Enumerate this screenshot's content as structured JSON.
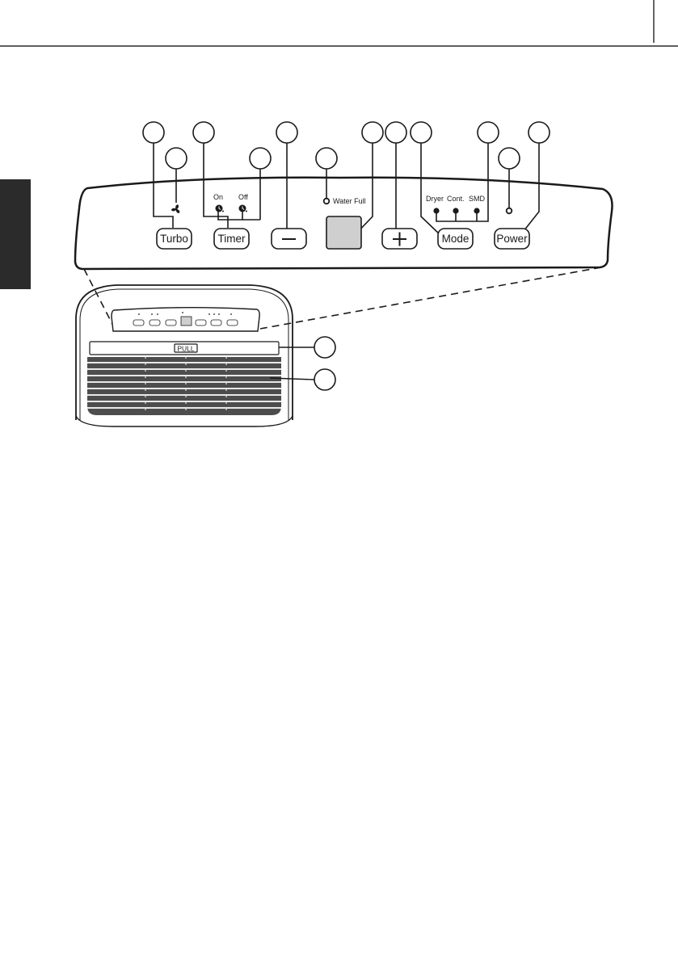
{
  "page": {
    "top_rule_color": "#000000",
    "side_tab_color": "#2b2b2b"
  },
  "panel": {
    "buttons": {
      "turbo": "Turbo",
      "timer": "Timer",
      "minus": "—",
      "plus": "+",
      "mode": "Mode",
      "power": "Power"
    },
    "timer_labels": {
      "on": "On",
      "off": "Off"
    },
    "water_full_label": "Water Full",
    "mode_labels": {
      "dryer": "Dryer",
      "cont": "Cont.",
      "smd": "SMD"
    },
    "display_color": "#cfcfcf"
  },
  "device": {
    "pull_label": "PULL",
    "grille_color": "#4d4d4d"
  },
  "icons": {
    "fan": "fan-icon",
    "timer_on": "clock-icon",
    "timer_off": "clock-icon",
    "indicator": "led-dot-icon"
  }
}
